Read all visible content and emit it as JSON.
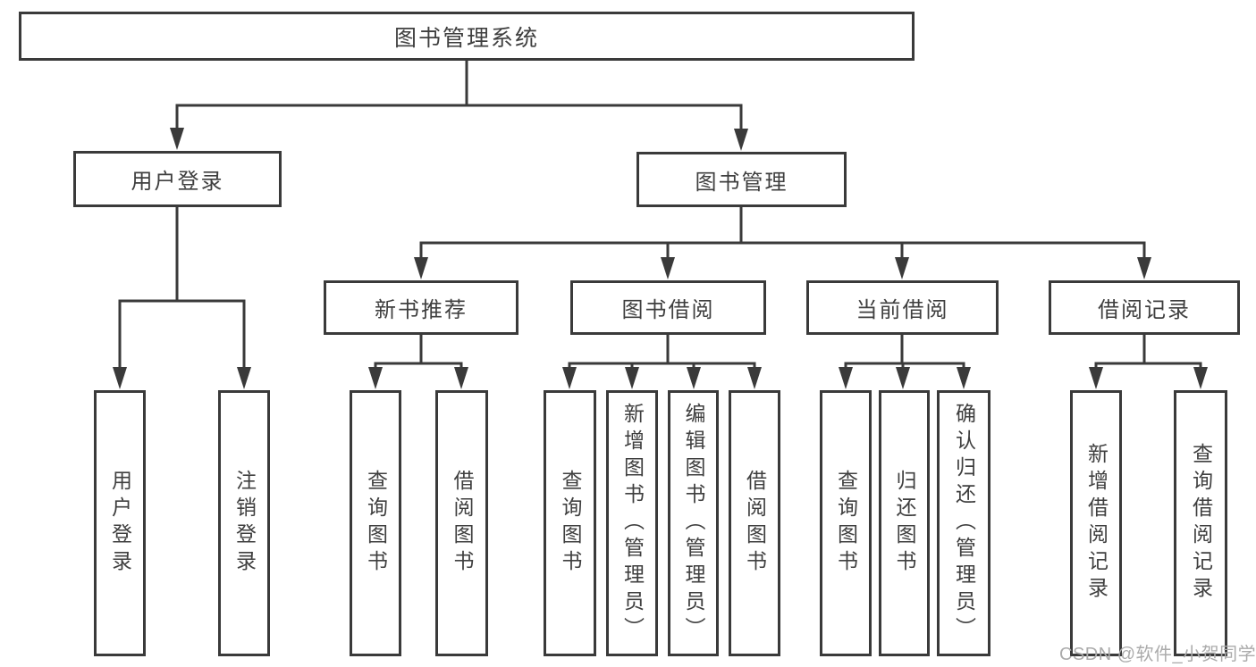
{
  "diagram": {
    "type": "hierarchy-tree",
    "tree": {
      "root": {
        "label": "图书管理系统"
      },
      "level2": [
        {
          "label": "用户登录",
          "children": [
            {
              "label": "用户登录"
            },
            {
              "label": "注销登录"
            }
          ]
        },
        {
          "label": "图书管理",
          "children": [
            {
              "label": "新书推荐",
              "children": [
                {
                  "label": "查询图书"
                },
                {
                  "label": "借阅图书"
                }
              ]
            },
            {
              "label": "图书借阅",
              "children": [
                {
                  "label": "查询图书"
                },
                {
                  "label": "新增图书（管理员）"
                },
                {
                  "label": "编辑图书（管理员）"
                },
                {
                  "label": "借阅图书"
                }
              ]
            },
            {
              "label": "当前借阅",
              "children": [
                {
                  "label": "查询图书"
                },
                {
                  "label": "归还图书"
                },
                {
                  "label": "确认归还（管理员）"
                }
              ]
            },
            {
              "label": "借阅记录",
              "children": [
                {
                  "label": "新增借阅记录"
                },
                {
                  "label": "查询借阅记录"
                }
              ]
            }
          ]
        }
      ]
    },
    "colors": {
      "line": "#3a3a3a",
      "text": "#3f3f3f",
      "background": "#ffffff",
      "watermark_text": "#ababab"
    }
  },
  "watermark": {
    "text": "CSDN @软件_小贺同学"
  }
}
